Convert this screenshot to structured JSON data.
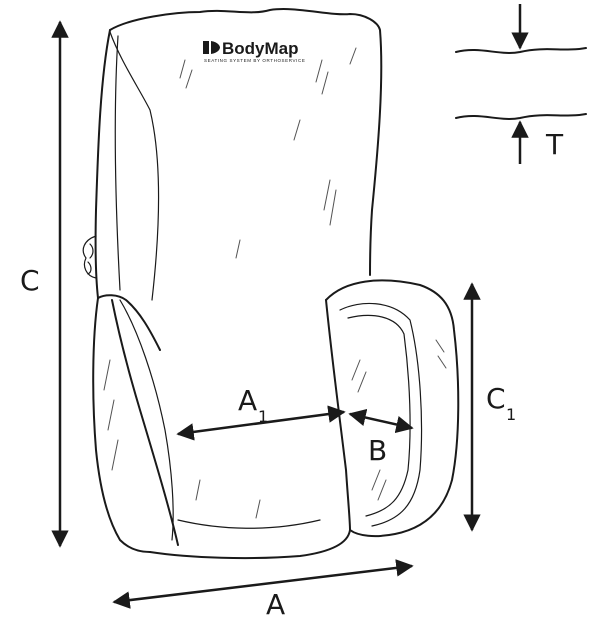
{
  "brand": {
    "name": "BodyMap",
    "tagline": "SEATING SYSTEM BY ORTHOSERVICE"
  },
  "dimensions": {
    "height": "C",
    "side_height": {
      "main": "C",
      "sub": "1"
    },
    "width": "A",
    "inner_width": {
      "main": "A",
      "sub": "1"
    },
    "side_width": "B",
    "thickness": "T"
  },
  "colors": {
    "ink": "#1a1a1a",
    "background": "#ffffff"
  }
}
